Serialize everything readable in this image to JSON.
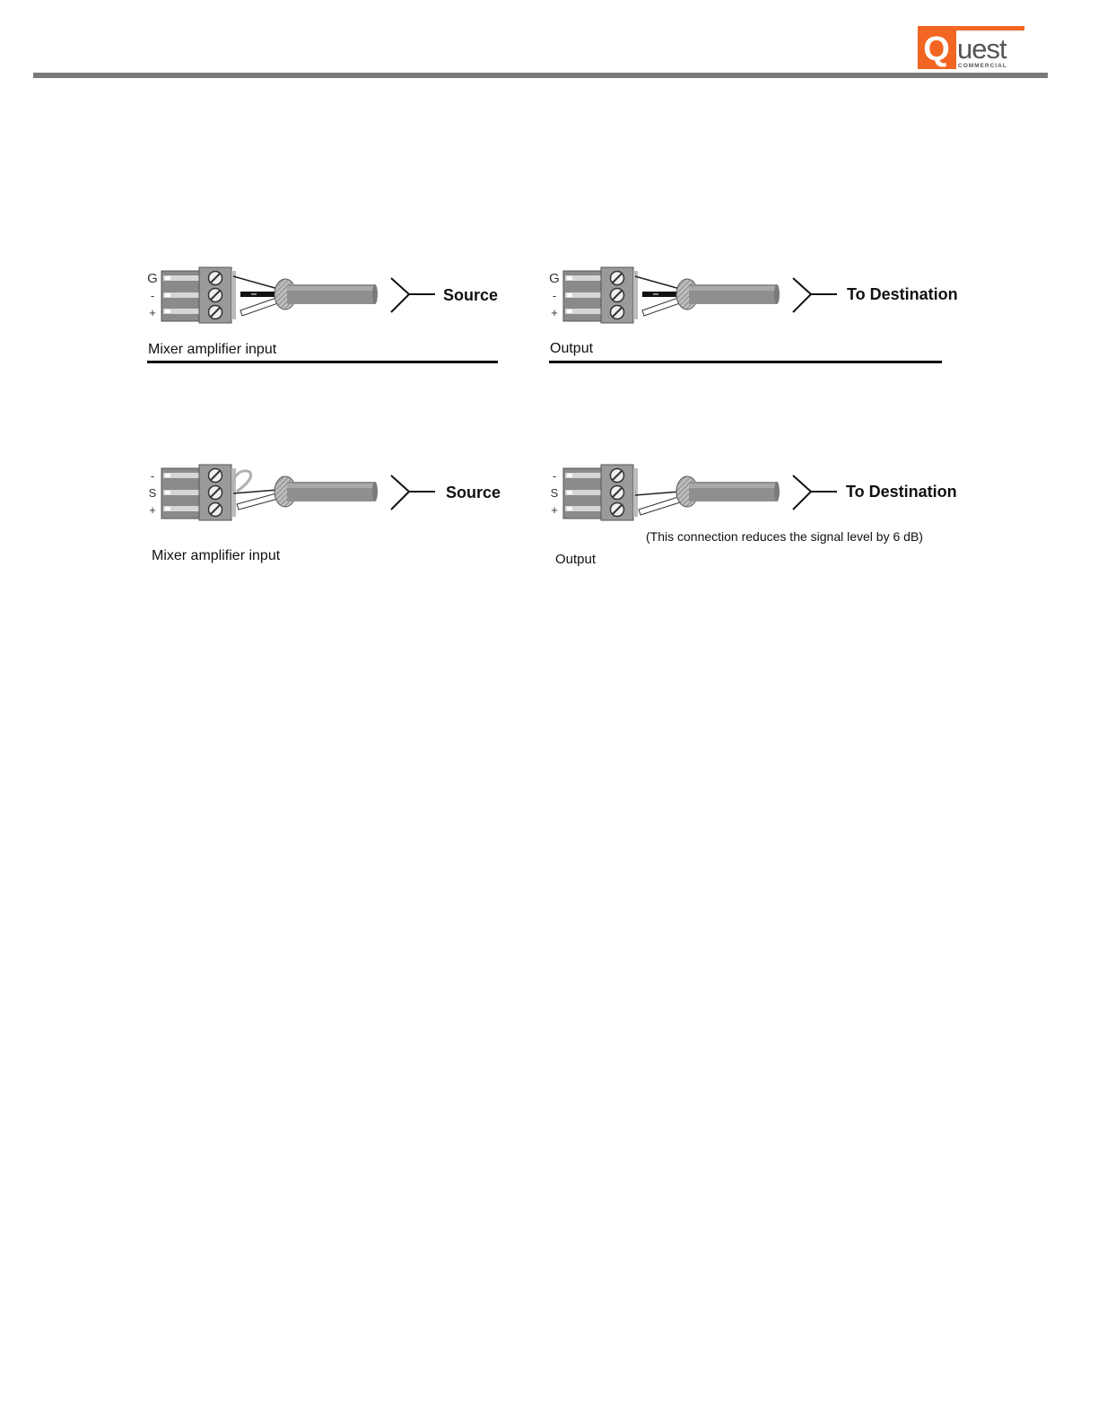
{
  "header": {
    "logo": {
      "brand": "Quest",
      "sub": "COMMERCIAL"
    },
    "colors": {
      "logo_orange": "#f26522",
      "rule_gray": "#7a7a7a"
    }
  },
  "diagrams": {
    "balanced_input": {
      "pins": [
        "G",
        "-",
        "+"
      ],
      "endpoint": "Source",
      "caption": "Mixer amplifier input"
    },
    "balanced_output": {
      "pins": [
        "G",
        "-",
        "+"
      ],
      "endpoint": "To Destination",
      "caption": "Output"
    },
    "unbalanced_input": {
      "pins": [
        "-",
        "S",
        "+"
      ],
      "endpoint": "Source",
      "caption": "Mixer amplifier input"
    },
    "unbalanced_output": {
      "pins": [
        "-",
        "S",
        "+"
      ],
      "endpoint": "To Destination",
      "note": "(This connection reduces  the signal level by 6 dB)",
      "caption": "Output"
    }
  }
}
